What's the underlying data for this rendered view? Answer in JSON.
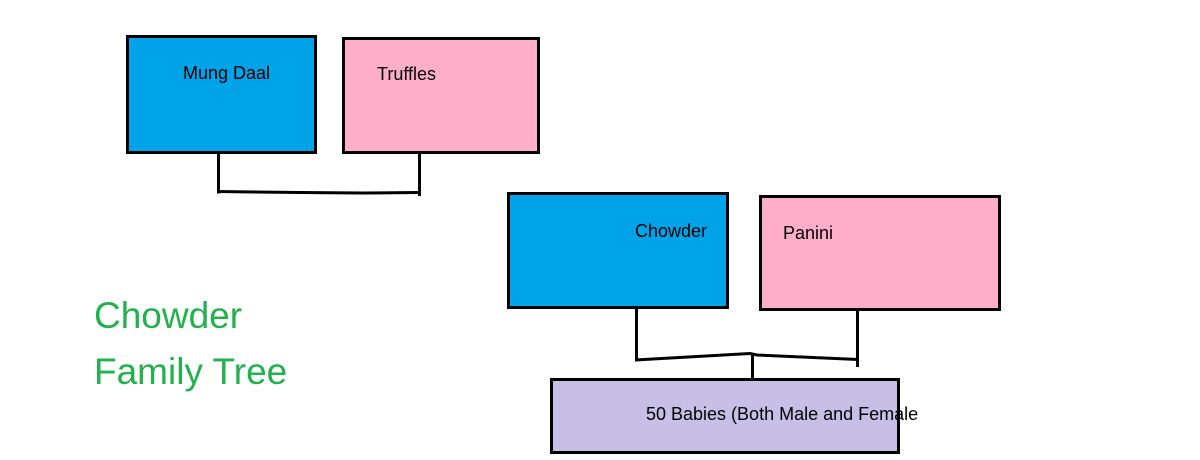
{
  "diagram": {
    "title": {
      "line1": "Chowder",
      "line2": "Family Tree"
    },
    "nodes": {
      "mung_daal": {
        "label": "Mung Daal",
        "fill": "#00A2E8"
      },
      "truffles": {
        "label": "Truffles",
        "fill": "#FFAEC9"
      },
      "chowder": {
        "label": "Chowder",
        "fill": "#00A2E8"
      },
      "panini": {
        "label": "Panini",
        "fill": "#FFAEC9"
      },
      "babies": {
        "label": "50 Babies (Both Male and Female",
        "fill": "#C8BFE7"
      }
    },
    "colors": {
      "blue_box": "#00A2E8",
      "pink_box": "#FFAEC9",
      "lavender_box": "#C8BFE7",
      "title_text": "#22B14C",
      "outline": "#000000",
      "background": "#FFFFFF"
    }
  }
}
